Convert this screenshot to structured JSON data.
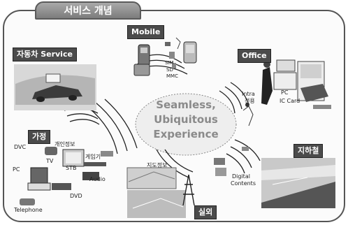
{
  "title": "서비스 개념",
  "center_lines": [
    "Seamless,",
    "Ubiquitous",
    "Experience"
  ],
  "nodes": {
    "mobile": "Mobile",
    "car_service": "자동차 Service",
    "office": "Office",
    "home": "가정",
    "subway": "지하철",
    "outdoor": "실외"
  },
  "mobile_labels": {
    "sim": "SIM",
    "sd": "SD",
    "mmc": "MMC"
  },
  "office_labels": {
    "intra_line1": "Intra",
    "intra_line2": "전용",
    "pc": "PC",
    "ic_card": "IC Card"
  },
  "home_labels": {
    "personal_info": "개인정보",
    "dvc": "DVC",
    "tv": "TV",
    "stb": "STB",
    "game": "게임기",
    "pc": "PC",
    "audio": "Audio",
    "dvd": "DVD",
    "telephone": "Telephone"
  },
  "outdoor_labels": {
    "map_info": "지도정보",
    "digital_line1": "Digital",
    "digital_line2": "Contents"
  }
}
